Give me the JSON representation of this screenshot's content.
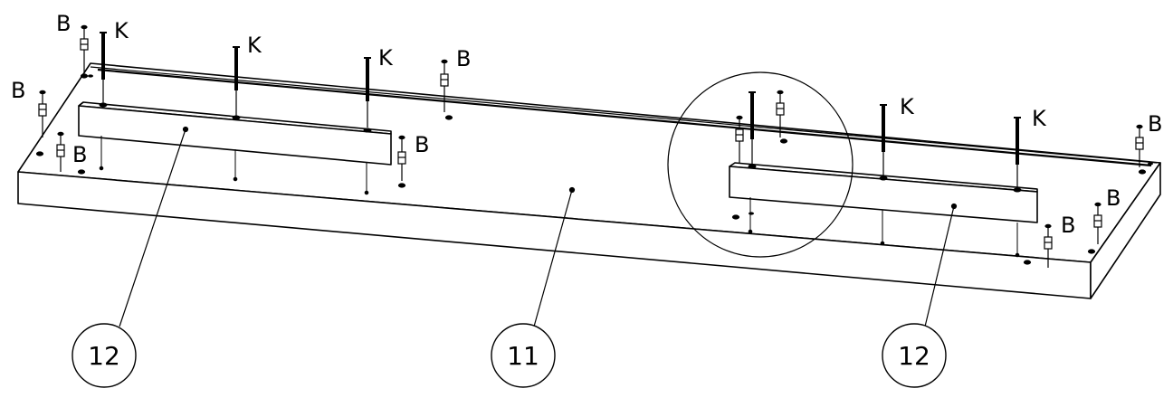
{
  "parts": {
    "tabletop": {
      "number": "11"
    },
    "left_rail": {
      "number": "12"
    },
    "right_rail": {
      "number": "12"
    }
  },
  "fastener_labels": {
    "bolt": "B",
    "screw": "K"
  },
  "colors": {
    "line": "#000000",
    "background": "#ffffff"
  }
}
